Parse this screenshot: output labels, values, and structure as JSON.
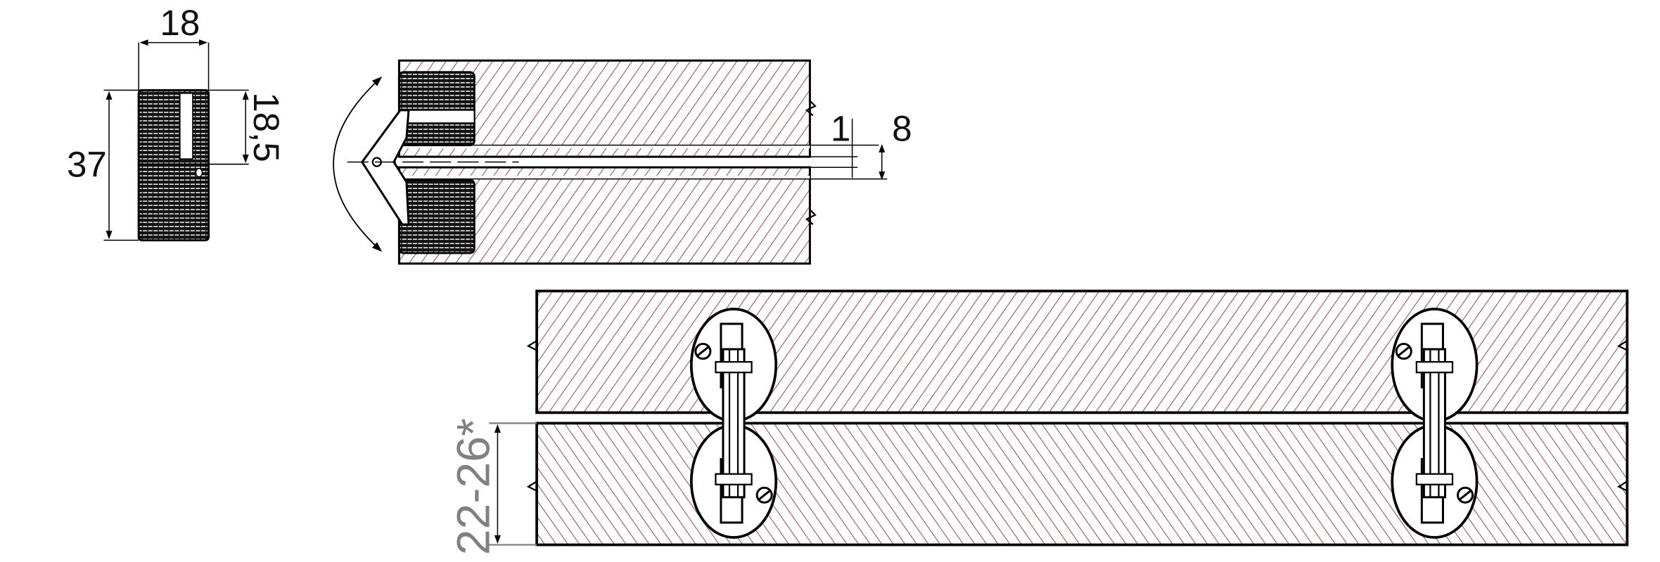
{
  "colors": {
    "hatch": "#9b1c1c",
    "outline": "#000000",
    "dimension_gray": "#808080"
  },
  "hinge_front_view": {
    "dim_width": "18",
    "dim_height": "37",
    "dim_half_height": "18,5"
  },
  "section_view": {
    "dim_gap": "1",
    "dim_depth": "8"
  },
  "plan_view": {
    "dim_board_thickness": "22-26*"
  }
}
